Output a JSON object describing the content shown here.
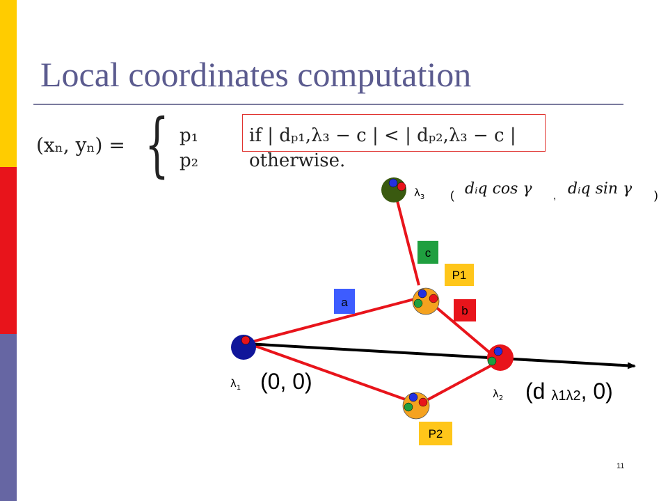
{
  "slide": {
    "title": "Local coordinates computation",
    "page_number": "11"
  },
  "formula": {
    "lhs": "(xₙ, yₙ) =",
    "brace": "{",
    "case1_value": "p₁",
    "case2_value": "p₂",
    "case1_condition": "if | dₚ₁,λ₃ − c | < | dₚ₂,λ₃ − c |",
    "case2_condition": "otherwise."
  },
  "diagram": {
    "lambda1": "λ",
    "lambda1_sub": "1",
    "lambda2": "λ",
    "lambda2_sub": "2",
    "lambda3": "λ",
    "lambda3_sub": "3",
    "origin_coord": "(0, 0)",
    "lambda2_coord_prefix": "(d ",
    "lambda2_coord_sub": "λ1λ2",
    "lambda2_coord_suffix": ", 0)",
    "lambda3_coord_open": "(",
    "lambda3_coord_x": "dᵢq cos γ",
    "lambda3_coord_sep": ",",
    "lambda3_coord_y": "dᵢq sin γ",
    "lambda3_coord_close": ")",
    "label_a": "a",
    "label_b": "b",
    "label_c": "c",
    "label_p1": "P1",
    "label_p2": "P2"
  },
  "colors": {
    "bar_top": "#ffcc00",
    "bar_middle": "#e8141b",
    "bar_bottom": "#6666a3",
    "edge": "#e8141b",
    "axis": "#000000",
    "label_a_bg": "#3d5cff",
    "label_b_bg": "#e8141b",
    "label_c_bg": "#1f9f3f",
    "label_p_bg": "#ffc61a",
    "title": "#5b5b8f"
  }
}
